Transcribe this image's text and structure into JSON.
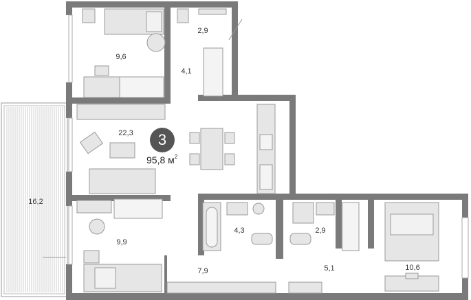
{
  "colors": {
    "wall": "#7a7a7a",
    "furniture": "#e6e6e6",
    "stroke": "#999999",
    "badge": "#555555"
  },
  "apartment": {
    "rooms_count": "3",
    "total_area": "95,8",
    "area_unit": "м",
    "unit_power": "2"
  },
  "rooms": [
    {
      "id": "bedroom-1",
      "area": "9,6"
    },
    {
      "id": "closet",
      "area": "2,9"
    },
    {
      "id": "corridor-1",
      "area": "4,1"
    },
    {
      "id": "living-kitchen",
      "area": "22,3"
    },
    {
      "id": "balcony",
      "area": "16,2"
    },
    {
      "id": "bedroom-2",
      "area": "9,9"
    },
    {
      "id": "bathroom-1",
      "area": "4,3"
    },
    {
      "id": "bathroom-2",
      "area": "2,9"
    },
    {
      "id": "hall",
      "area": "7,9"
    },
    {
      "id": "corridor-2",
      "area": "5,1"
    },
    {
      "id": "master-bedroom",
      "area": "10,6"
    }
  ]
}
